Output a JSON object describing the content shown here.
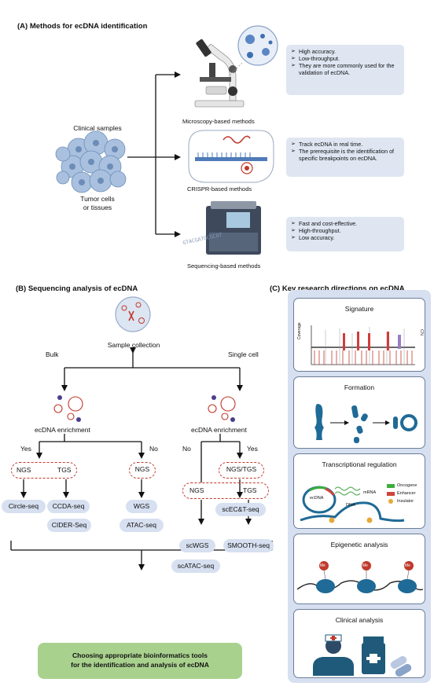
{
  "panel_a": {
    "heading": "(A)   Methods for ecDNA identification",
    "clinical_label": "Clinical samples",
    "tumor_label_1": "Tumor cells",
    "tumor_label_2": "or tissues",
    "methods": [
      {
        "label": "Microscopy-based methods",
        "notes": [
          "High accuracy.",
          "Low-throughput.",
          "They are more commonly used for the validation of ecDNA."
        ]
      },
      {
        "label": "CRISPR-based methods",
        "notes": [
          "Track ecDNA in real time.",
          "The prerequisite is the identification of specific breakpoints on ecDNA."
        ]
      },
      {
        "label": "Sequencing-based methods",
        "notes": [
          "Fast and cost-effective.",
          "High-throughput.",
          "Low accuracy."
        ]
      }
    ],
    "seq_art_text": "GTACGATGCGCAT"
  },
  "panel_b": {
    "heading": "(B)   Sequencing analysis of ecDNA",
    "sample_collection": "Sample collection",
    "bulk": "Bulk",
    "single_cell": "Single cell",
    "enrichment_left": "ecDNA enrichment",
    "enrichment_right": "ecDNA enrichment",
    "yes_left": "Yes",
    "no_left": "No",
    "no_right": "No",
    "yes_right": "Yes",
    "ngs_1": "NGS",
    "tgs_1": "TGS",
    "ngs_2": "NGS",
    "ngs_tgs": "NGS/TGS",
    "ngs_3": "NGS",
    "tgs_3": "TGS",
    "circle_seq": "Circle-seq",
    "ccda_seq": "CCDA-seq",
    "cider_seq": "CIDER-Seq",
    "wgs": "WGS",
    "atac_seq": "ATAC-seq",
    "scect_seq": "scEC&T-seq",
    "scwgs": "scWGS",
    "smooth_seq": "SMOOTH-seq",
    "scatac_seq": "scATAC-seq",
    "conclusion_1": "Choosing appropriate bioinformatics tools",
    "conclusion_2": "for the identification and analysis of ecDNA"
  },
  "panel_c": {
    "heading": "(C)   Key research directions on ecDNA",
    "cards": {
      "signature": "Signature",
      "formation": "Formation",
      "transcriptional": "Transcriptional regulation",
      "epigenetic": "Epigenetic analysis",
      "clinical": "Clinical analysis"
    },
    "coverage_label": "Coverage",
    "cn_label": "CN",
    "legend": [
      "Oncogene",
      "Enhancer",
      "Insulator"
    ],
    "ecdna_label": "ecDNA",
    "dna_label": "DNA",
    "mrna_label": "mRNA",
    "me_label": "Me"
  },
  "colors": {
    "note_box": "#dfe6f2",
    "pill": "#d7e0f0",
    "dashed": "#c0392b",
    "conclusion": "#a9d18e",
    "ecdna_blue": "#1f6a96",
    "oncogene": "#3cae3c",
    "enhancer": "#d0453a",
    "insulator": "#e6a83a"
  }
}
